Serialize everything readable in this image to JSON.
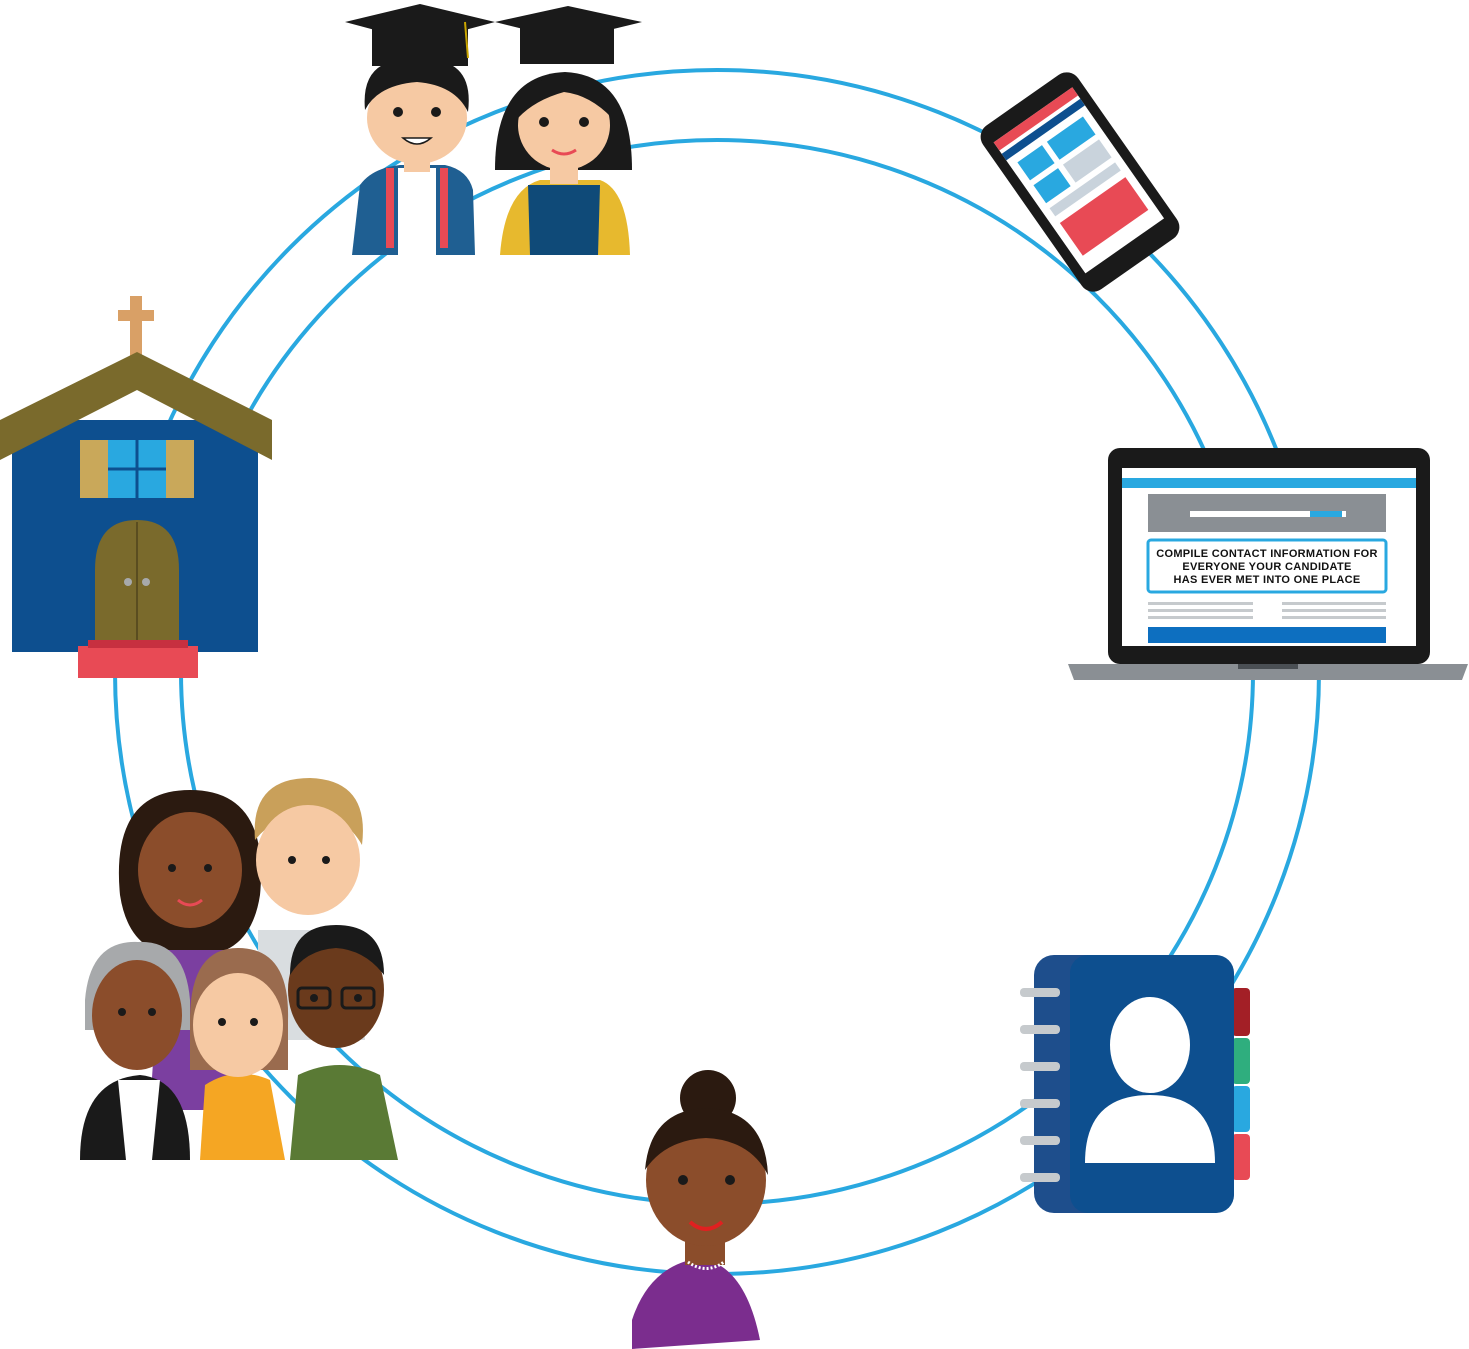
{
  "laptop_screen": {
    "line_1": "COMPILE CONTACT INFORMATION FOR",
    "line_2": "EVERYONE YOUR CANDIDATE",
    "line_3": "HAS EVER MET INTO ONE PLACE"
  },
  "nodes": [
    {
      "name": "graduates",
      "icon": "graduates-icon"
    },
    {
      "name": "smartphone",
      "icon": "smartphone-icon"
    },
    {
      "name": "laptop",
      "icon": "laptop-icon"
    },
    {
      "name": "address-book",
      "icon": "address-book-icon"
    },
    {
      "name": "candidate",
      "icon": "woman-icon"
    },
    {
      "name": "community-group",
      "icon": "group-icon"
    },
    {
      "name": "church",
      "icon": "church-icon"
    }
  ],
  "colors": {
    "ring": "#29a8e0",
    "navy": "#0d4f8f",
    "red": "#e84a55",
    "olive": "#7a6a2c",
    "purple": "#7b2d8e"
  }
}
